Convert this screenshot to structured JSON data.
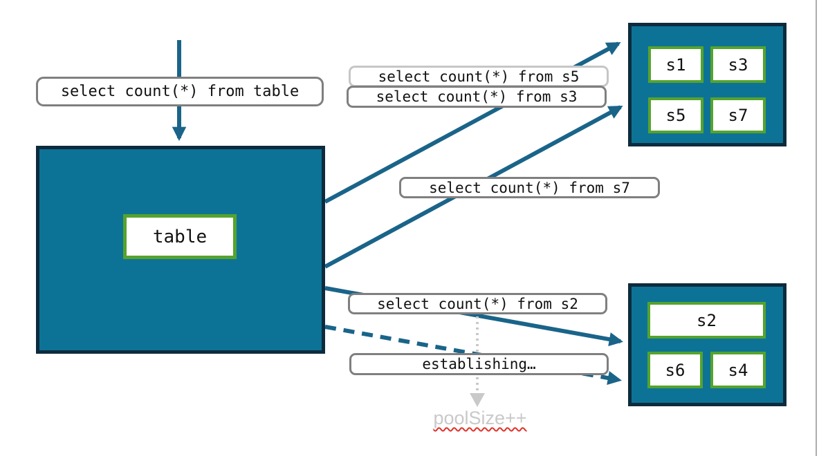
{
  "queries": {
    "table": "select count(*) from table",
    "s5": "select count(*) from s5",
    "s3": "select count(*) from s3",
    "s7": "select count(*) from s7",
    "s2": "select count(*) from s2",
    "establishing": "establishing…"
  },
  "database": {
    "table_label": "table"
  },
  "pool_top": {
    "shards": [
      "s1",
      "s3",
      "s5",
      "s7"
    ]
  },
  "pool_bottom": {
    "shard_wide": "s2",
    "shards": [
      "s6",
      "s4"
    ]
  },
  "annotation": {
    "pool_size": "poolSize++"
  },
  "colors": {
    "teal_fill": "#0d7396",
    "dark_border": "#0d2b3d",
    "green_border": "#55a32e",
    "arrow": "#1a6489",
    "label_border": "#7f7f7f",
    "label_border_light": "#c6c6c6",
    "muted_gray": "#c9c9c9",
    "squiggle_red": "#e0312a"
  }
}
